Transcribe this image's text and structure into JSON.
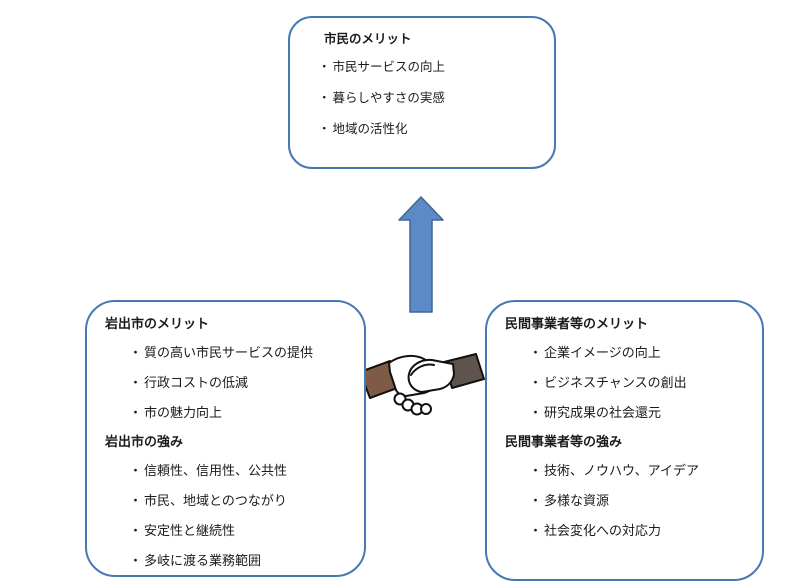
{
  "bullet_char": "・",
  "boxes": {
    "citizens": {
      "sections": [
        {
          "heading": "市民のメリット",
          "items": [
            "市民サービスの向上",
            "暮らしやすさの実感",
            "地域の活性化"
          ]
        }
      ]
    },
    "city": {
      "sections": [
        {
          "heading": "岩出市のメリット",
          "items": [
            "質の高い市民サービスの提供",
            "行政コストの低減",
            "市の魅力向上"
          ]
        },
        {
          "heading": "岩出市の強み",
          "items": [
            "信頼性、信用性、公共性",
            "市民、地域とのつながり",
            "安定性と継続性",
            "多岐に渡る業務範囲"
          ]
        }
      ]
    },
    "private_sector": {
      "sections": [
        {
          "heading": "民間事業者等のメリット",
          "items": [
            "企業イメージの向上",
            "ビジネスチャンスの創出",
            "研究成果の社会還元"
          ]
        },
        {
          "heading": "民間事業者等の強み",
          "items": [
            "技術、ノウハウ、アイデア",
            "多様な資源",
            "社会変化への対応力"
          ]
        }
      ]
    }
  },
  "graphics": {
    "arrow": {
      "name": "up-arrow",
      "direction": "up",
      "fill": "#5B8AC7",
      "border": "#3F6597"
    },
    "handshake": {
      "name": "handshake-clipart",
      "left_sleeve_color": "#7D5B46",
      "right_sleeve_color": "#5E534D",
      "hand_color": "#ffffff",
      "outline_color": "#111111"
    }
  },
  "colors": {
    "box_border": "#4778B2",
    "text": "#1b1b1b",
    "background": "#ffffff"
  }
}
